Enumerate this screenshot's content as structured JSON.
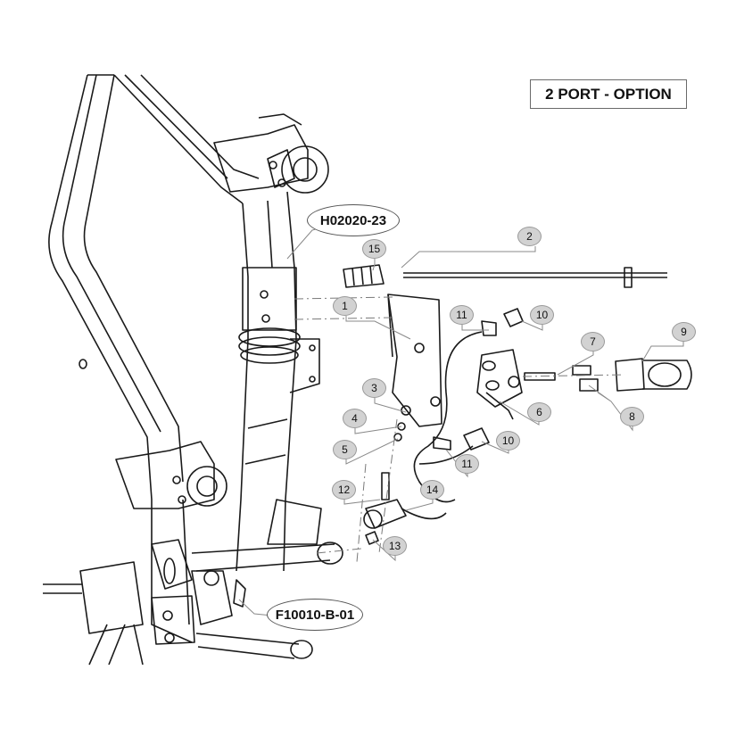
{
  "title": "2 PORT - OPTION",
  "reference_labels": [
    "H02020-23",
    "F10010-B-01"
  ],
  "callouts": [
    "1",
    "2",
    "3",
    "4",
    "5",
    "6",
    "7",
    "8",
    "9",
    "10",
    "10",
    "11",
    "11",
    "12",
    "13",
    "14",
    "15"
  ],
  "colors": {
    "line": "#1a1a1a",
    "callout_fill": "#d2d2d2",
    "leader": "#8a8a8a"
  }
}
